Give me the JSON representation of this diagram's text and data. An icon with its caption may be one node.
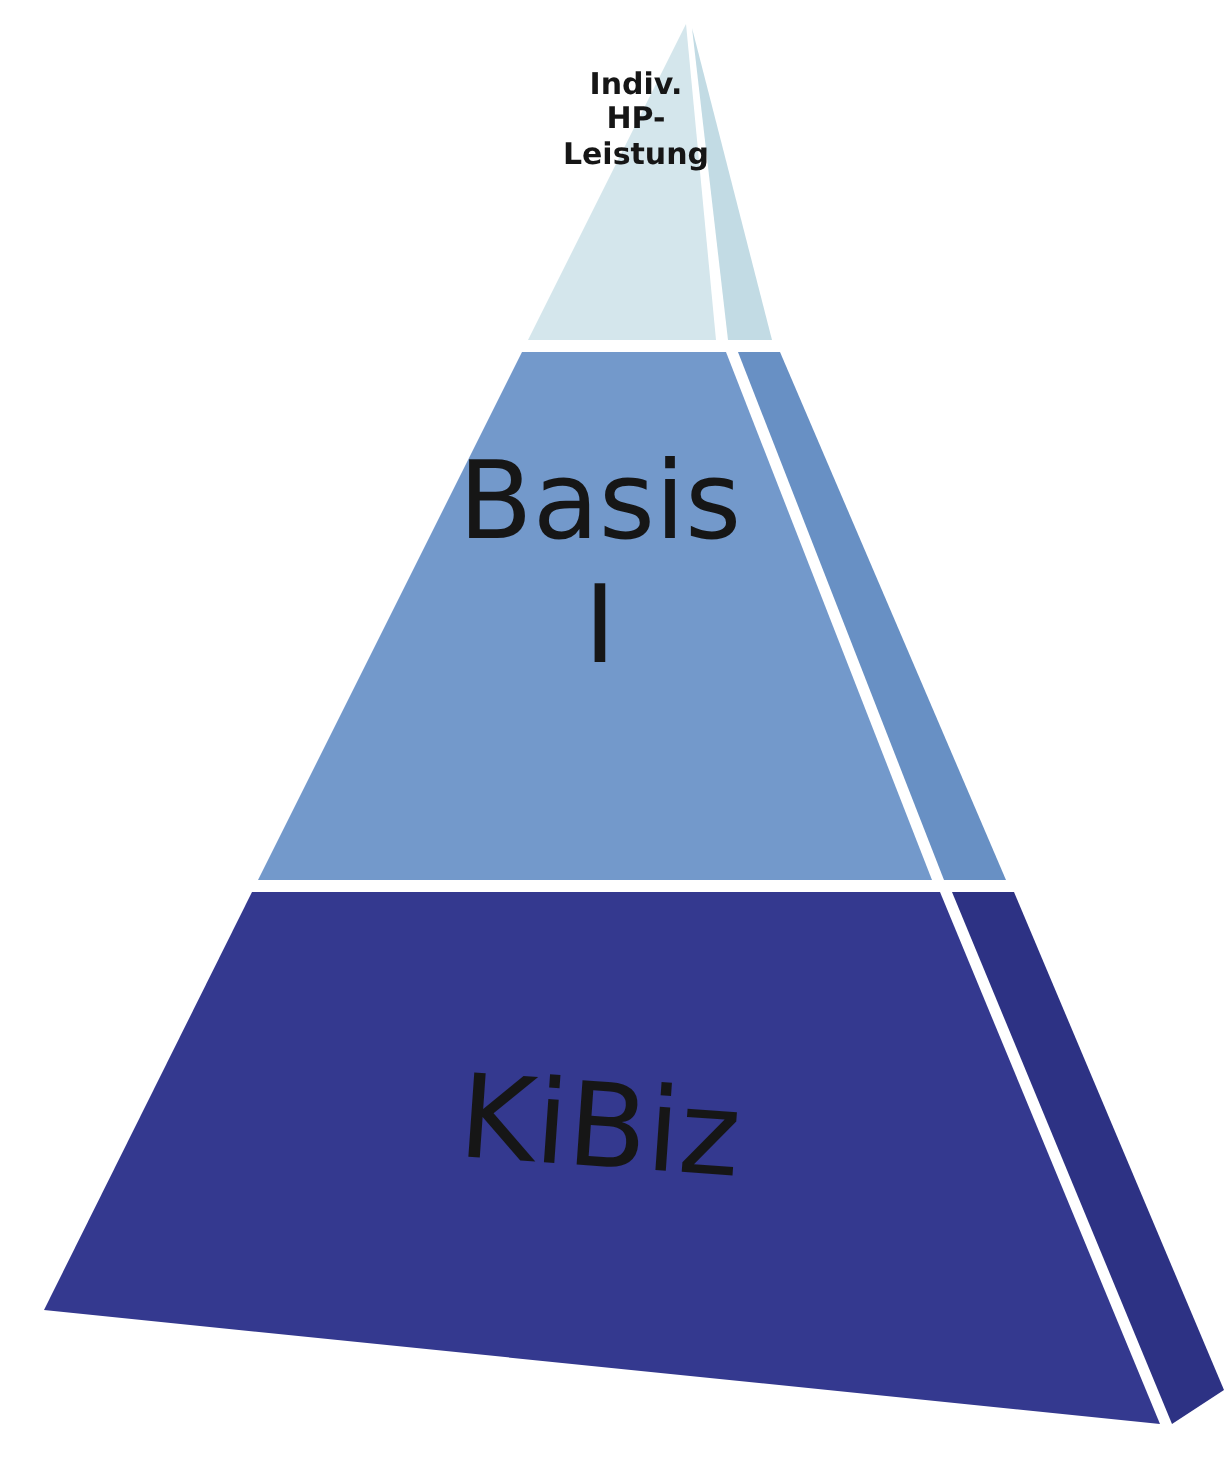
{
  "diagram": {
    "nodes": [
      {
        "text": [
          "Indiv. HP-Leistung"
        ]
      },
      {
        "text": [
          "Basis I"
        ]
      },
      {
        "text": [
          "KiBiz"
        ]
      }
    ]
  }
}
